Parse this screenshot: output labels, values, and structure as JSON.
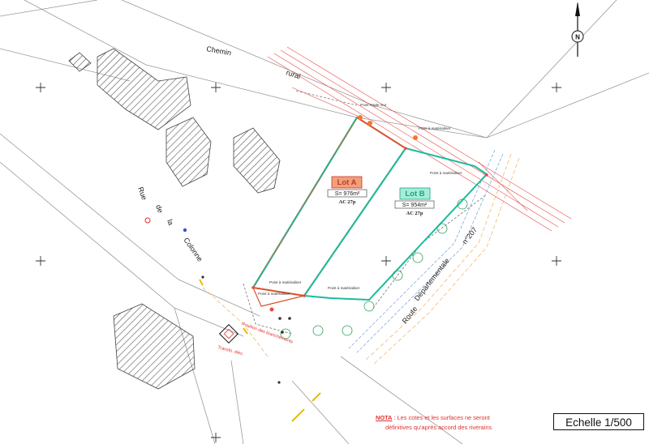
{
  "roads": {
    "chemin": "Chemin",
    "rural": "rural",
    "rue_words": [
      "Rue",
      "de",
      "la",
      "Colonne"
    ],
    "route_words": [
      "Route",
      "Départementale",
      "n°207"
    ]
  },
  "lots": {
    "a": {
      "name": "Lot A",
      "surface": "S= 976m²",
      "ref": "AC 27p"
    },
    "b": {
      "name": "Lot B",
      "surface": "S= 954m²",
      "ref": "AC 27p"
    }
  },
  "point_labels": [
    "Point à matérialiser",
    "Point à matérialiser",
    "Point à matérialiser",
    "Point à matérialiser",
    "Point à matérialiser"
  ],
  "legend": {
    "branchements": "Position des branchements",
    "transfo": "Transfo. élec.",
    "angle_mur": "Point Angle mur"
  },
  "nota": {
    "heading": "NOTA",
    "line1": " : Les cotes et les surfaces ne seront",
    "line2": "définitives qu'après accord des riverains"
  },
  "scale": "Echelle 1/500",
  "north": "N",
  "colors": {
    "lot_a": "#d9532c",
    "lot_b": "#1abc9c",
    "network": "#e84a4a",
    "drain": "#5b8fd4"
  }
}
